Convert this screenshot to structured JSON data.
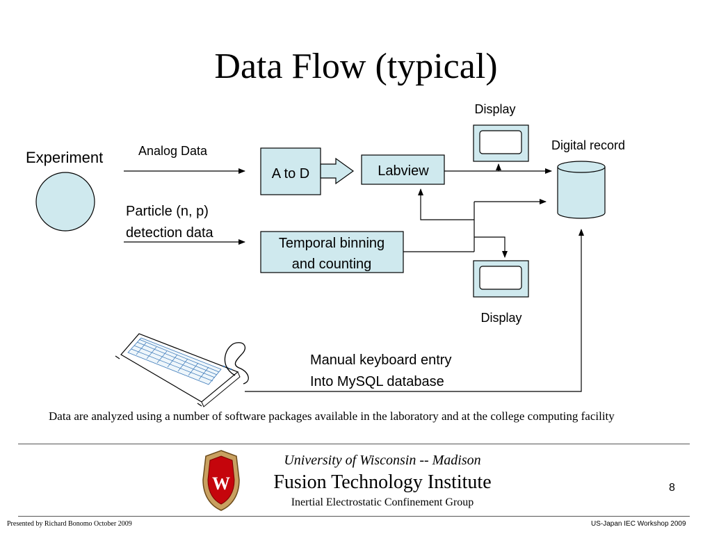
{
  "slide": {
    "title": "Data Flow (typical)",
    "page_number": "8"
  },
  "diagram": {
    "experiment_label": "Experiment",
    "analog_data_label": "Analog Data",
    "particle_label_line1": "Particle (n, p)",
    "particle_label_line2": "detection data",
    "a_to_d_label": "A to D",
    "labview_label": "Labview",
    "temporal_line1": "Temporal binning",
    "temporal_line2": "and counting",
    "display_top_label": "Display",
    "display_bottom_label": "Display",
    "digital_record_label": "Digital record",
    "manual_line1": "Manual keyboard entry",
    "manual_line2": "Into MySQL database",
    "box_fill": "#cfe9ee"
  },
  "caption": "Data are analyzed using a number of software packages available in the laboratory and at the college computing facility",
  "footer": {
    "university": "University of Wisconsin -- Madison",
    "institute": "Fusion Technology Institute",
    "group": "Inertial Electrostatic Confinement Group",
    "presented_by": "Presented by Richard Bonomo  October 2009",
    "workshop": "US-Japan IEC Workshop 2009",
    "crest_letter": "W",
    "crest_color": "#c5050c"
  }
}
